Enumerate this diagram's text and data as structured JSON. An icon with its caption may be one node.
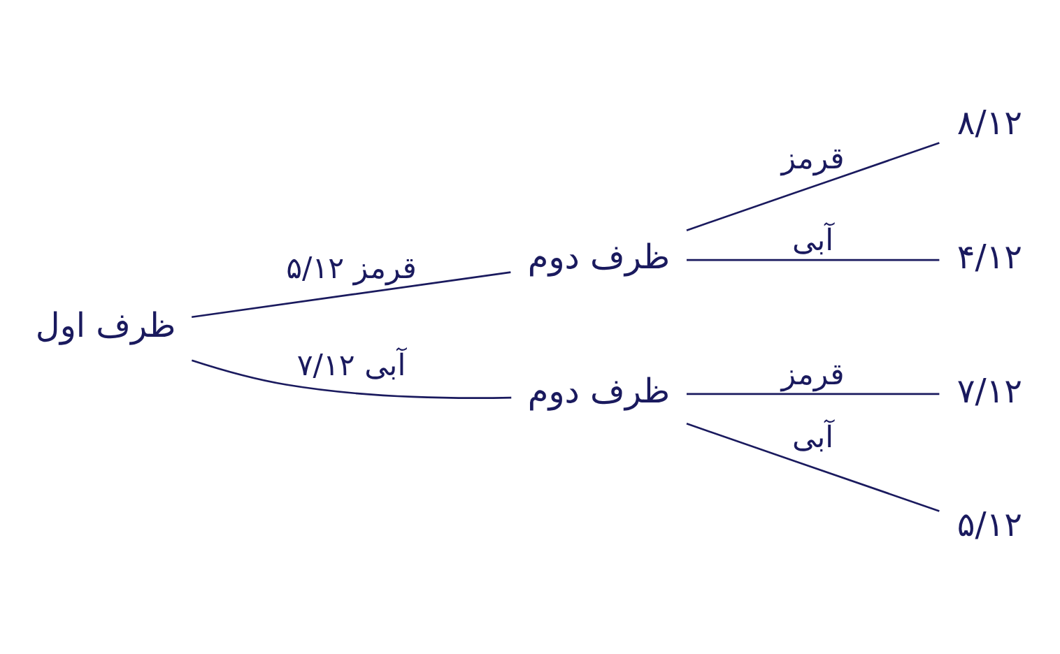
{
  "diagram": {
    "nodes": [
      {
        "text": [
          "ظرف اول"
        ]
      },
      {
        "text": [
          "ظرف دوم"
        ]
      },
      {
        "text": [
          "ظرف دوم"
        ]
      },
      {
        "text": [
          "۸/۱۲"
        ]
      },
      {
        "text": [
          "۴/۱۲"
        ]
      },
      {
        "text": [
          "۷/۱۲"
        ]
      },
      {
        "text": [
          "۵/۱۲"
        ]
      }
    ],
    "edges": [
      {
        "from": 0,
        "to": 1,
        "arrow": "none",
        "label": "قرمز ۵/۱۲"
      },
      {
        "from": 0,
        "to": 2,
        "arrow": "none",
        "label": "آبی ۷/۱۲"
      },
      {
        "from": 1,
        "to": 3,
        "arrow": "none",
        "label": "قرمز"
      },
      {
        "from": 1,
        "to": 4,
        "arrow": "none",
        "label": "آبی"
      },
      {
        "from": 2,
        "to": 5,
        "arrow": "none",
        "label": "قرمز"
      },
      {
        "from": 2,
        "to": 6,
        "arrow": "none",
        "label": "آبی"
      }
    ]
  }
}
